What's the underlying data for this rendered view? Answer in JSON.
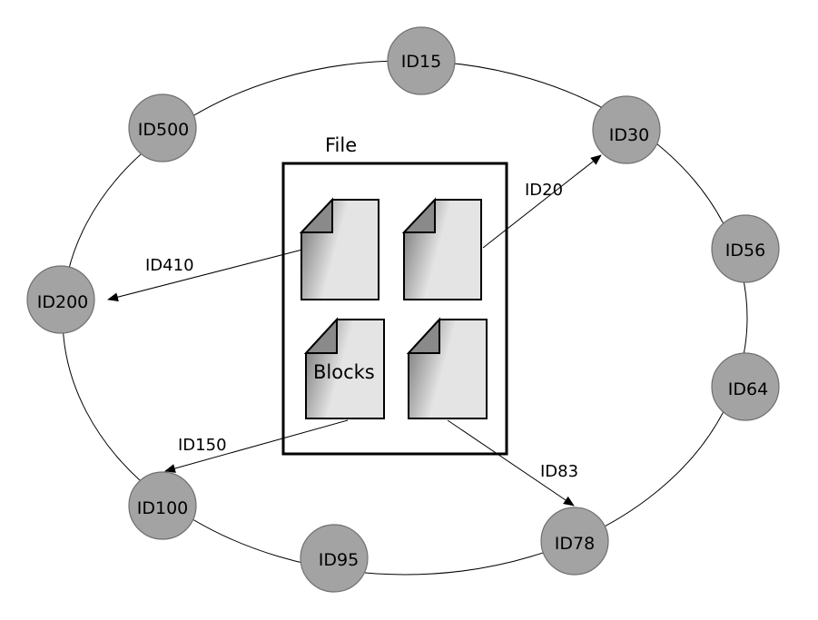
{
  "file": {
    "title": "File",
    "blocks_label": "Blocks"
  },
  "ring_nodes": [
    {
      "id": "id15",
      "label": "ID15"
    },
    {
      "id": "id30",
      "label": "ID30"
    },
    {
      "id": "id56",
      "label": "ID56"
    },
    {
      "id": "id64",
      "label": "ID64"
    },
    {
      "id": "id78",
      "label": "ID78"
    },
    {
      "id": "id95",
      "label": "ID95"
    },
    {
      "id": "id100",
      "label": "ID100"
    },
    {
      "id": "id200",
      "label": "ID200"
    },
    {
      "id": "id500",
      "label": "ID500"
    }
  ],
  "block_arrows": [
    {
      "id": "id20",
      "label": "ID20",
      "target": "ID30"
    },
    {
      "id": "id410",
      "label": "ID410",
      "target": "ID200"
    },
    {
      "id": "id150",
      "label": "ID150",
      "target": "ID100"
    },
    {
      "id": "id83",
      "label": "ID83",
      "target": "ID78"
    }
  ],
  "colors": {
    "node_fill": "#a3a3a3",
    "node_stroke": "#6f6f6f",
    "line": "#000000"
  }
}
